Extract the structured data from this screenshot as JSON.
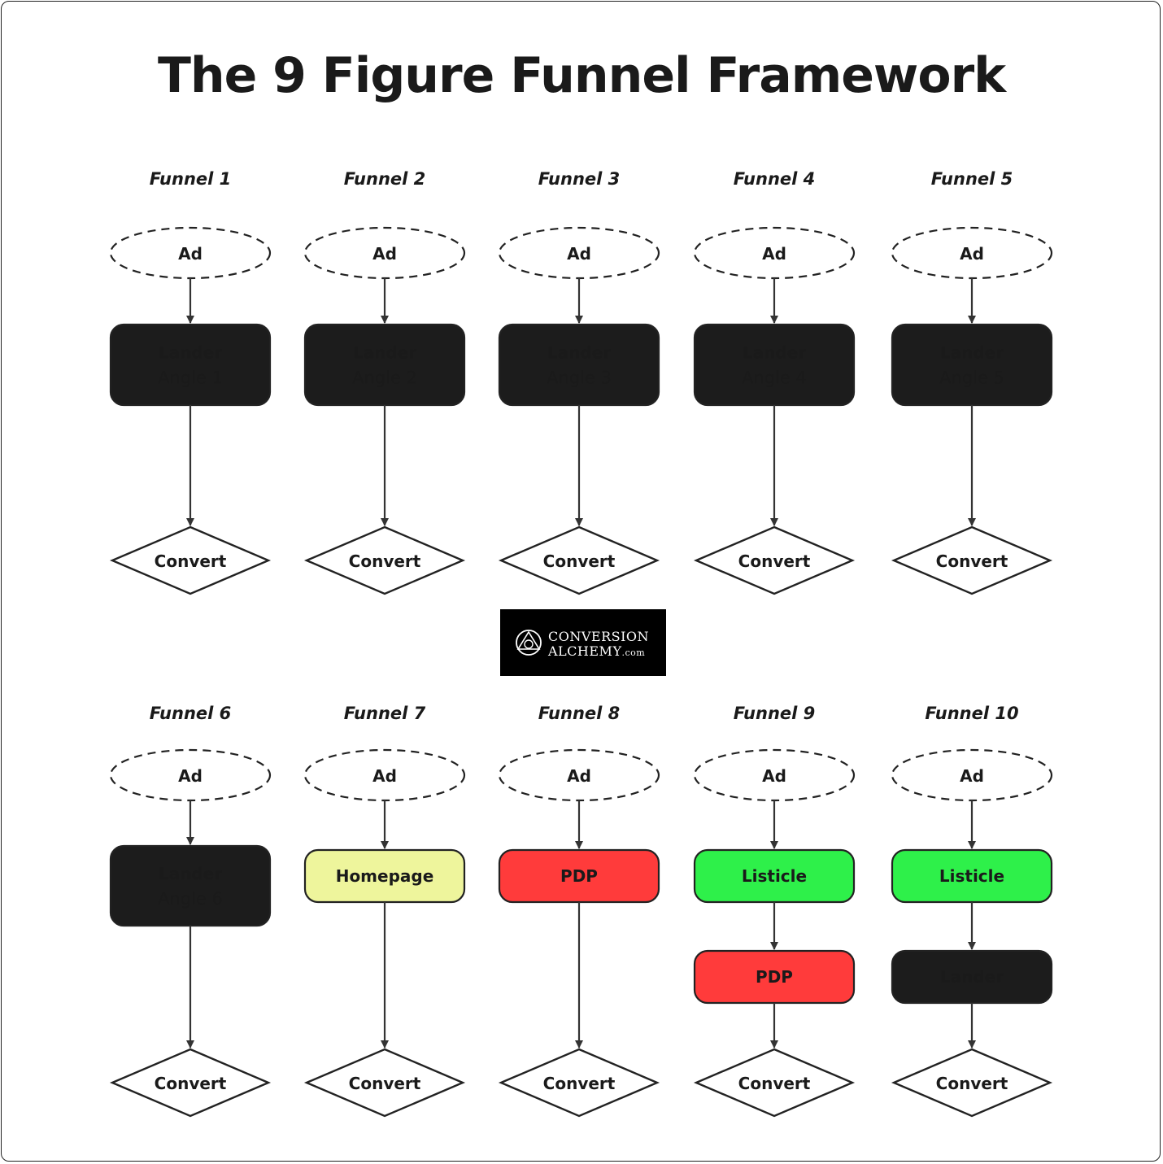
{
  "title": "The 9 Figure Funnel Framework",
  "logo": {
    "line1": "CONVERSION",
    "line2": "ALCHEMY",
    "suffix": ".com",
    "icon": "alchemy-triangle-circle-icon"
  },
  "colors": {
    "dark": "#1c1c1c",
    "homepage": "#eef59c",
    "pdp": "#ff3b3b",
    "listicle": "#2ef04a",
    "white": "#ffffff"
  },
  "funnels": [
    {
      "label": "Funnel 1",
      "ad": "Ad",
      "steps": [
        {
          "kind": "lander",
          "title": "Lander",
          "sub": "Angle 1"
        }
      ],
      "end": "Convert"
    },
    {
      "label": "Funnel 2",
      "ad": "Ad",
      "steps": [
        {
          "kind": "lander",
          "title": "Lander",
          "sub": "Angle 2"
        }
      ],
      "end": "Convert"
    },
    {
      "label": "Funnel 3",
      "ad": "Ad",
      "steps": [
        {
          "kind": "lander",
          "title": "Lander",
          "sub": "Angle 3"
        }
      ],
      "end": "Convert"
    },
    {
      "label": "Funnel 4",
      "ad": "Ad",
      "steps": [
        {
          "kind": "lander",
          "title": "Lander",
          "sub": "Angle 4"
        }
      ],
      "end": "Convert"
    },
    {
      "label": "Funnel 5",
      "ad": "Ad",
      "steps": [
        {
          "kind": "lander",
          "title": "Lander",
          "sub": "Angle 5"
        }
      ],
      "end": "Convert"
    },
    {
      "label": "Funnel 6",
      "ad": "Ad",
      "steps": [
        {
          "kind": "lander",
          "title": "Lander",
          "sub": "Angle 6"
        }
      ],
      "end": "Convert"
    },
    {
      "label": "Funnel 7",
      "ad": "Ad",
      "steps": [
        {
          "kind": "homepage",
          "title": "Homepage"
        }
      ],
      "end": "Convert"
    },
    {
      "label": "Funnel 8",
      "ad": "Ad",
      "steps": [
        {
          "kind": "pdp",
          "title": "PDP"
        }
      ],
      "end": "Convert"
    },
    {
      "label": "Funnel 9",
      "ad": "Ad",
      "steps": [
        {
          "kind": "listicle",
          "title": "Listicle"
        },
        {
          "kind": "pdp",
          "title": "PDP"
        }
      ],
      "end": "Convert"
    },
    {
      "label": "Funnel 10",
      "ad": "Ad",
      "steps": [
        {
          "kind": "listicle",
          "title": "Listicle"
        },
        {
          "kind": "lander-small",
          "title": "Lander"
        }
      ],
      "end": "Convert"
    }
  ]
}
